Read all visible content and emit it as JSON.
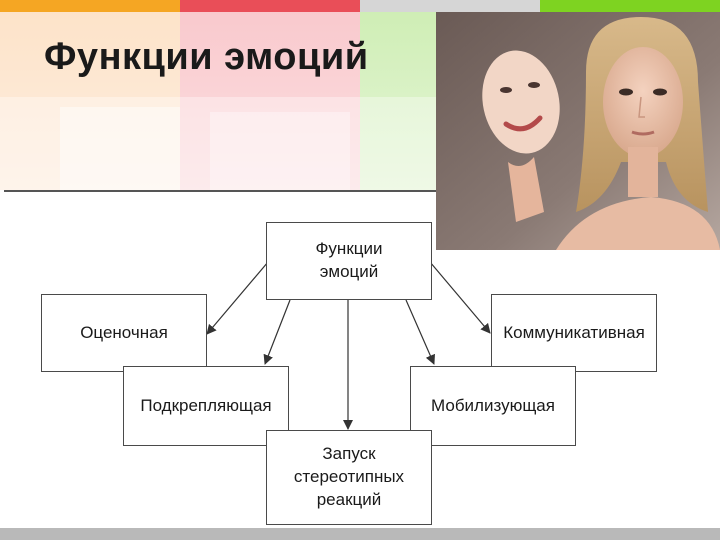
{
  "slide": {
    "title": "Функции эмоций",
    "accent_colors": [
      "#f5a623",
      "#e94e58",
      "#d9d9d9",
      "#7ed321",
      "#bfe6f5"
    ]
  },
  "diagram": {
    "center": "Функции\nэмоций",
    "nodes": {
      "evaluative": "Оценочная",
      "reinforcing": "Подкрепляющая",
      "trigger": "Запуск\nстереотипных\nреакций",
      "mobilizing": "Мобилизующая",
      "communicative": "Коммуникативная"
    }
  }
}
